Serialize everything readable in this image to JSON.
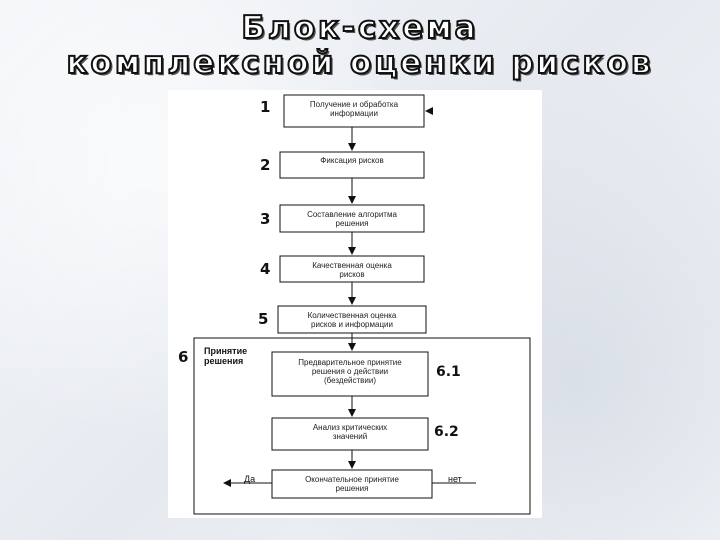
{
  "title": {
    "line1": "Блок-схема",
    "line2": "комплексной оценки рисков"
  },
  "steps": [
    {
      "num": "1",
      "line1": "Получение и обработка",
      "line2": "информации"
    },
    {
      "num": "2",
      "line1": "Фиксация рисков",
      "line2": ""
    },
    {
      "num": "3",
      "line1": "Составление алгоритма",
      "line2": "решения"
    },
    {
      "num": "4",
      "line1": "Качественная оценка",
      "line2": "рисков"
    },
    {
      "num": "5",
      "line1": "Количественная оценка",
      "line2": "рисков и информации"
    }
  ],
  "decision_group": {
    "num": "6",
    "title_line1": "Принятие",
    "title_line2": "решения",
    "substeps": [
      {
        "num": "6.1",
        "line1": "Предварительное принятие",
        "line2": "решения о действии",
        "line3": "(бездействии)"
      },
      {
        "num": "6.2",
        "line1": "Анализ критических",
        "line2": "значений",
        "line3": ""
      }
    ],
    "final": {
      "line1": "Окончательное принятие",
      "line2": "решения"
    },
    "yes_label": "Да",
    "no_label": "нет"
  }
}
